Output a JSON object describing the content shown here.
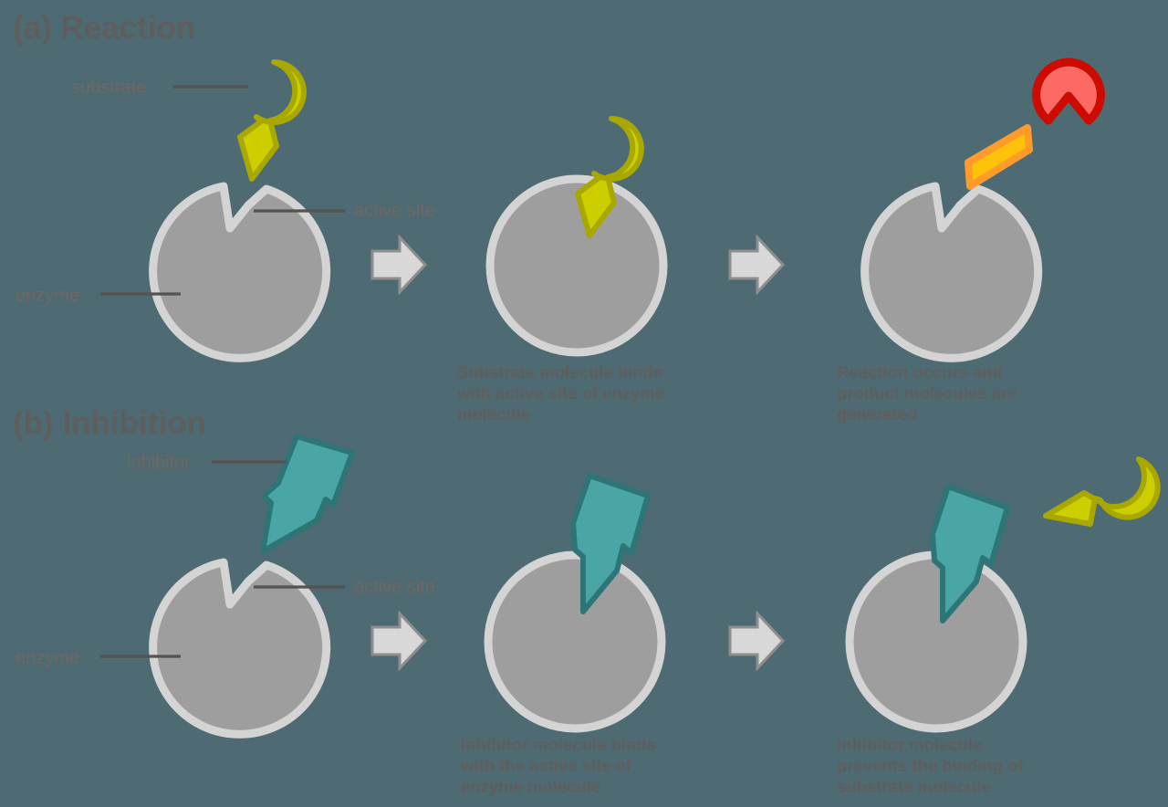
{
  "figure": {
    "background_color": "#4e6a72",
    "title_color": "#5e5e5e",
    "label_color": "#6f6763",
    "caption_color": "#5f5f5f"
  },
  "colors": {
    "enzyme_fill": "#9e9e9e",
    "enzyme_outline": "#d4d4d4",
    "substrate_fill": "#ccce00",
    "substrate_outline": "#a8a800",
    "inhibitor_fill": "#4aa5a5",
    "inhibitor_outline": "#2e7577",
    "product_red_fill": "#fc6a63",
    "product_red_outline": "#cc0c00",
    "product_orange_fill": "#ffc20a",
    "product_orange_outline": "#ff9b2b",
    "arrow_fill": "#d8d8d8",
    "arrow_outline": "#8e8e8e"
  },
  "sections": [
    {
      "id": "reaction",
      "title": "(a) Reaction",
      "labels": {
        "substrate": "substrate",
        "active_site": "active site",
        "enzyme": "enzyme"
      },
      "panels": [
        {
          "id": "reaction-panel-1",
          "caption": ""
        },
        {
          "id": "reaction-panel-2",
          "caption": "Substrate molecule binds with active site of enzyme molecule"
        },
        {
          "id": "reaction-panel-3",
          "caption": "Reaction occurs and product molecules are generated"
        }
      ],
      "caption_lines": {
        "panel2": [
          "Substrate molecule binds",
          "with active site of enzyme",
          "molecule"
        ],
        "panel3": [
          "Reaction occurs and",
          "product molecules are",
          "generated"
        ]
      },
      "molecules": [
        "substrate",
        "enzyme",
        "product-orange-rhombus",
        "product-red-notched-circle"
      ]
    },
    {
      "id": "inhibition",
      "title": "(b) Inhibition",
      "labels": {
        "inhibitor": "inhibitor",
        "active_site": "active site",
        "enzyme": "enzyme"
      },
      "panels": [
        {
          "id": "inhibition-panel-1",
          "caption": ""
        },
        {
          "id": "inhibition-panel-2",
          "caption": "Inhibitor molecule binds with the active site of enzyme molecule"
        },
        {
          "id": "inhibition-panel-3",
          "caption": "Inhibitor molecule prevents the binding of substrate molecule"
        }
      ],
      "caption_lines": {
        "panel2": [
          "Inhibitor molecule binds",
          "with the active site of",
          "enzyme molecule"
        ],
        "panel3": [
          "Inhibitor molecule",
          "prevents the binding of",
          "substrate molecule"
        ]
      },
      "molecules": [
        "inhibitor",
        "enzyme",
        "substrate"
      ]
    }
  ]
}
